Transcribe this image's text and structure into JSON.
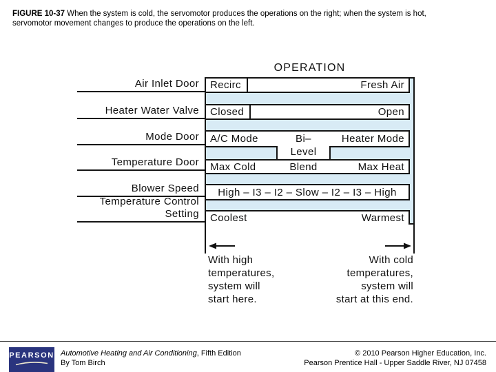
{
  "caption": {
    "figure_label": "FIGURE 10-37",
    "line1": "When the system is cold, the servomotor produces the operations on the right; when the system is hot,",
    "line2": "servomotor movement changes to produce the operations on the left."
  },
  "diagram": {
    "title": "OPERATION",
    "labels": {
      "air_inlet_door": "Air Inlet Door",
      "heater_water_valve": "Heater Water Valve",
      "mode_door": "Mode Door",
      "temperature_door": "Temperature Door",
      "blower_speed": "Blower Speed",
      "temp_control_line1": "Temperature Control",
      "temp_control_line2": "Setting"
    },
    "cells": {
      "recirc": "Recirc",
      "fresh_air": "Fresh Air",
      "closed": "Closed",
      "open": "Open",
      "ac_mode": "A/C Mode",
      "bi": "Bi–",
      "level": "Level",
      "heater_mode": "Heater Mode",
      "max_cold": "Max Cold",
      "blend": "Blend",
      "max_heat": "Max Heat",
      "blower": "High – I3 – I2 – Slow – I2 – I3 – High",
      "coolest": "Coolest",
      "warmest": "Warmest"
    }
  },
  "annotations": {
    "left": [
      "With high",
      "temperatures,",
      "system will",
      "start here."
    ],
    "right": [
      "With cold",
      "temperatures,",
      "system will",
      "start at this end."
    ]
  },
  "footer": {
    "logo_text": "PEARSON",
    "book_title_italic": "Automotive Heating and Air Conditioning",
    "book_title_rest": ", Fifth Edition",
    "book_author": "By Tom Birch",
    "copyright_line1": "© 2010 Pearson Higher Education, Inc.",
    "copyright_line2": "Pearson Prentice Hall - Upper Saddle River, NJ 07458"
  },
  "colors": {
    "band_blue": "#d8ebf5",
    "border_black": "#141414",
    "pearson_navy": "#2a347e",
    "swoosh_cream": "#efe9cf"
  }
}
